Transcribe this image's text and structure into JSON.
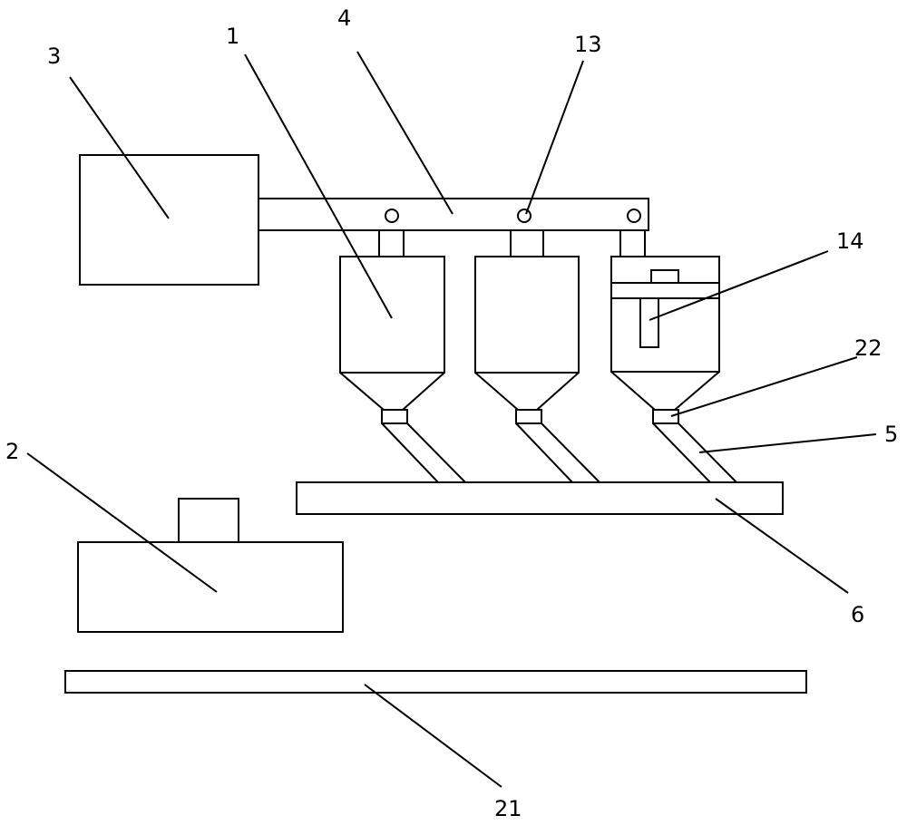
{
  "callouts": {
    "c1": "1",
    "c2": "2",
    "c3": "3",
    "c4": "4",
    "c5": "5",
    "c6": "6",
    "c13": "13",
    "c14": "14",
    "c21": "21",
    "c22": "22"
  }
}
